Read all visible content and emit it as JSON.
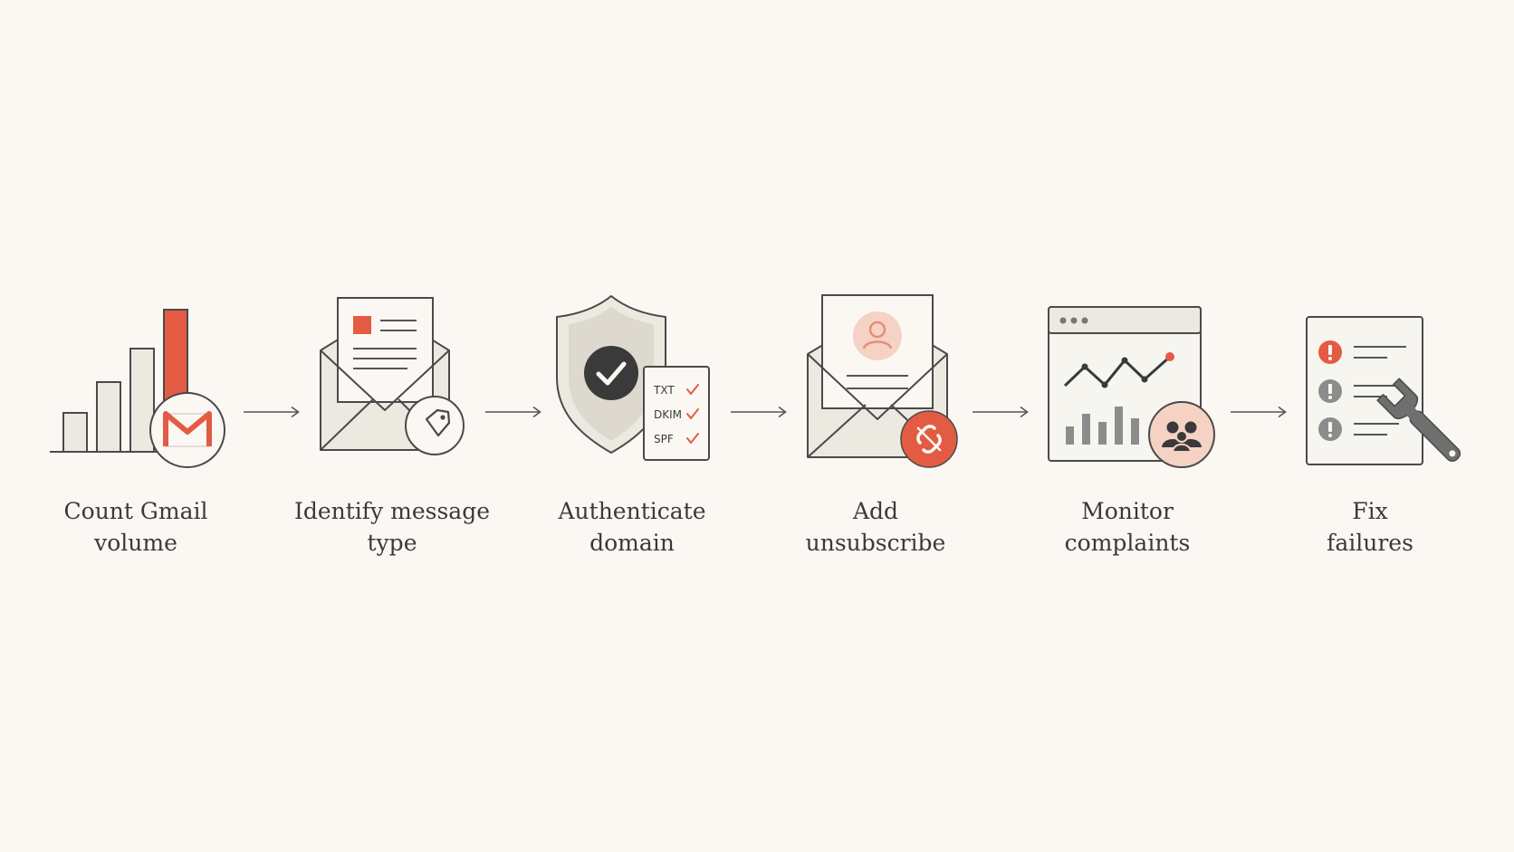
{
  "colors": {
    "background": "#fbf8f3",
    "accent": "#e35b43",
    "accent_soft": "#f6d2c4",
    "stroke": "#4a4a4a",
    "fill_light": "#ece9e1",
    "paper": "#f7f5f0",
    "dark": "#3a3a3a",
    "gray": "#8c8c8c"
  },
  "steps": [
    {
      "icon": "bar-chart-gmail-icon",
      "line1": "Count Gmail",
      "line2": "volume"
    },
    {
      "icon": "envelope-tag-icon",
      "line1": "Identify message",
      "line2": "type"
    },
    {
      "icon": "shield-checklist-icon",
      "line1": "Authenticate",
      "line2": "domain",
      "records": [
        "TXT",
        "DKIM",
        "SPF"
      ]
    },
    {
      "icon": "envelope-unlink-icon",
      "line1": "Add",
      "line2": "unsubscribe"
    },
    {
      "icon": "dashboard-users-icon",
      "line1": "Monitor",
      "line2": "complaints"
    },
    {
      "icon": "report-wrench-icon",
      "line1": "Fix",
      "line2": "failures"
    }
  ]
}
